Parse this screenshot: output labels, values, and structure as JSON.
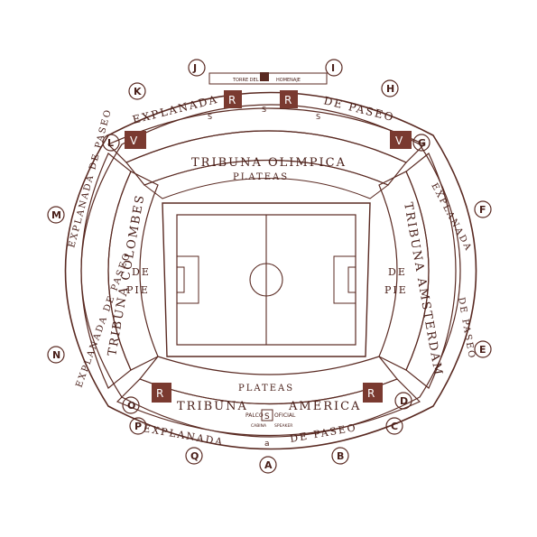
{
  "colors": {
    "ink": "#5a2a22",
    "fill": "#7a3a30",
    "paper": "#ffffff"
  },
  "stands": {
    "north": "TRIBUNA OLIMPICA",
    "south_left": "TRIBUNA",
    "south_right": "AMERICA",
    "west": "TRIBUNA COLOMBES",
    "east": "TRIBUNA AMSTERDAM"
  },
  "walkways": {
    "north_left": "EXPLANADA",
    "north_right": "DE PASEO",
    "west_top": "EXPLANADA DE PASEO",
    "west_bottom": "EXPLANADA DE PASEO",
    "east_top": "EXPLANADA",
    "east_bottom": "DE PASEO",
    "south_left": "EXPLANADA",
    "south_right": "DE PASEO",
    "south_a": "a"
  },
  "plateas": {
    "north": "PLATEAS",
    "south": "PLATEAS"
  },
  "depie": {
    "left_top": "DE",
    "left_bottom": "PIE",
    "right_top": "DE",
    "right_bottom": "PIE"
  },
  "tower": {
    "label_left": "TORRE DEL",
    "label_right": "HOMENAJE"
  },
  "press": {
    "left": "PALCO",
    "center": "S",
    "right": "OFICIAL",
    "small_left": "CABINA",
    "small_right": "SPEAKER"
  },
  "boxes": {
    "r": "R",
    "v": "V",
    "s": "S"
  },
  "gates": [
    "J",
    "I",
    "K",
    "H",
    "L",
    "G",
    "M",
    "F",
    "N",
    "E",
    "O",
    "D",
    "P",
    "C",
    "Q",
    "B",
    "A"
  ]
}
